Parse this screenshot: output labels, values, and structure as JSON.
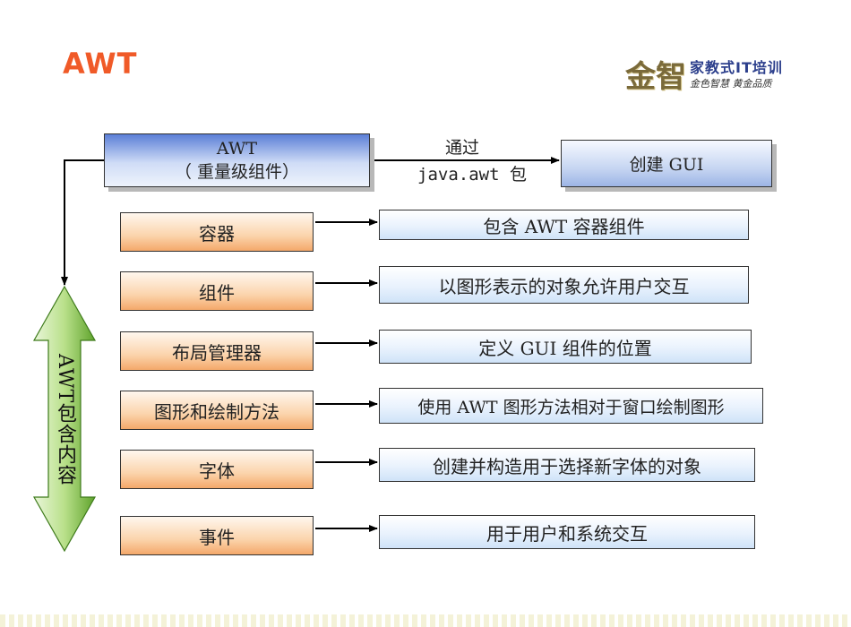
{
  "title": "AWT",
  "logo": {
    "glyph_1": "金",
    "glyph_2": "智",
    "line_1": "家教式IT培训",
    "line_2": "金色智慧  黄金品质"
  },
  "diagram": {
    "source": {
      "line_1": "AWT",
      "line_2": "（ 重量级组件）"
    },
    "via": {
      "line_1": "通过",
      "line_2": "java.awt 包"
    },
    "target": "创建 GUI",
    "side_label": "AWT包含内容",
    "rows": [
      {
        "left": "容器",
        "right": "包含 AWT 容器组件"
      },
      {
        "left": "组件",
        "right": "以图形表示的对象允许用户交互"
      },
      {
        "left": "布局管理器",
        "right": "定义 GUI 组件的位置"
      },
      {
        "left": "图形和绘制方法",
        "right": "使用 AWT 图形方法相对于窗口绘制图形"
      },
      {
        "left": "字体",
        "right": "创建并构造用于选择新字体的对象"
      },
      {
        "left": "事件",
        "right": "用于用户和系统交互"
      }
    ]
  },
  "colors": {
    "title": "#f05a28",
    "source_box": "#5b7fd6",
    "target_box": "#9db5e6",
    "row_left": "#f4a86a",
    "row_right": "#cfe3f8",
    "side_arrow": "#7cc040"
  }
}
